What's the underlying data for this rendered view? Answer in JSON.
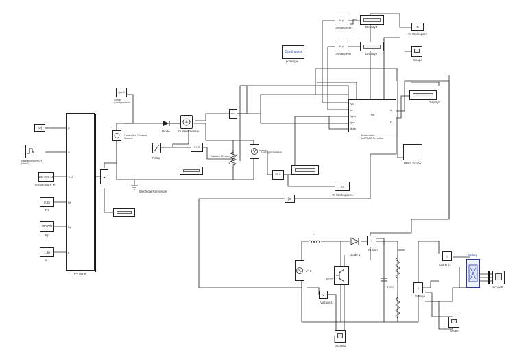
{
  "blocks": {
    "solver_config": {
      "label": "Solver\nConfiguration",
      "glyph": "f(x)=0"
    },
    "continuous": {
      "text": "Continuous",
      "sub": "powergui"
    },
    "demux1": {
      "label": "Demultiplexer1"
    },
    "demux2": {
      "label": "Demultiplexer"
    },
    "display3": {
      "label": "Display3"
    },
    "display2": {
      "label": "Display2"
    },
    "to_workspace_top": {
      "label": "To Workspace",
      "value": "G"
    },
    "scope_top": {
      "label": "Scope"
    },
    "display1": {
      "label": "Display1"
    },
    "controlled_current_source": {
      "label": "Controlled Current\nSource"
    },
    "diode": {
      "label": "Diode"
    },
    "current_sensor": {
      "label": "Current Sensor"
    },
    "ramp": {
      "label": "Ramp"
    },
    "variable_resistor": {
      "label": "Variable Resistor"
    },
    "voltage_sensor": {
      "label": "Voltage Sensor"
    },
    "electrical_reference": {
      "label": "Electrical Reference"
    },
    "embedded_matlab": {
      "label": "Embedded\nMATLAB Function",
      "fn": "fcn",
      "in_ports": [
        "Vo",
        "Io",
        "Vpre",
        "Ipre",
        "dpre"
      ],
      "out_ports": [
        "d",
        "D"
      ]
    },
    "pmppt_scope": {
      "label": "PPmt Scope"
    },
    "to_workspace_mid": {
      "label": "To Workspace1",
      "value": "V3"
    },
    "irradiance": {
      "label": "Irradiance(W/m2)\n(W/m2)"
    },
    "temperature": {
      "label": "Temperature_K",
      "value": "25+273.15"
    },
    "rs": {
      "label": "Rs",
      "value": "0.15"
    },
    "rp": {
      "label": "Rp",
      "value": "360.002"
    },
    "a": {
      "label": "a",
      "value": "1.36"
    },
    "const_top": {
      "value": "[D]"
    },
    "from_d": {
      "value": "[D]"
    },
    "pv_panel": {
      "label": "PV panel",
      "ports": [
        "V",
        "G",
        "Tref",
        "Rs",
        "Rp",
        "a"
      ]
    },
    "inductor": {
      "label": "L"
    },
    "diode1": {
      "label": "Diode 1"
    },
    "current_meas": {
      "label": "Current"
    },
    "vs": {
      "label": "V² 3"
    },
    "igbt": {
      "label": "IGBT"
    },
    "voltage1": {
      "label": "Voltage1"
    },
    "cap": {
      "label": "Load"
    },
    "voltage": {
      "label": "Voltage"
    },
    "current1": {
      "label": "Current1"
    },
    "battery": {
      "label": "Battery"
    },
    "scope5": {
      "label": "Scope5"
    },
    "scope2": {
      "label": "Scope2"
    },
    "scope_bottom": {
      "label": "Scope"
    },
    "ps1": {
      "value": "PS S"
    },
    "ps2": {
      "value": "S PS"
    },
    "ps3": {
      "value": "PS S"
    }
  }
}
